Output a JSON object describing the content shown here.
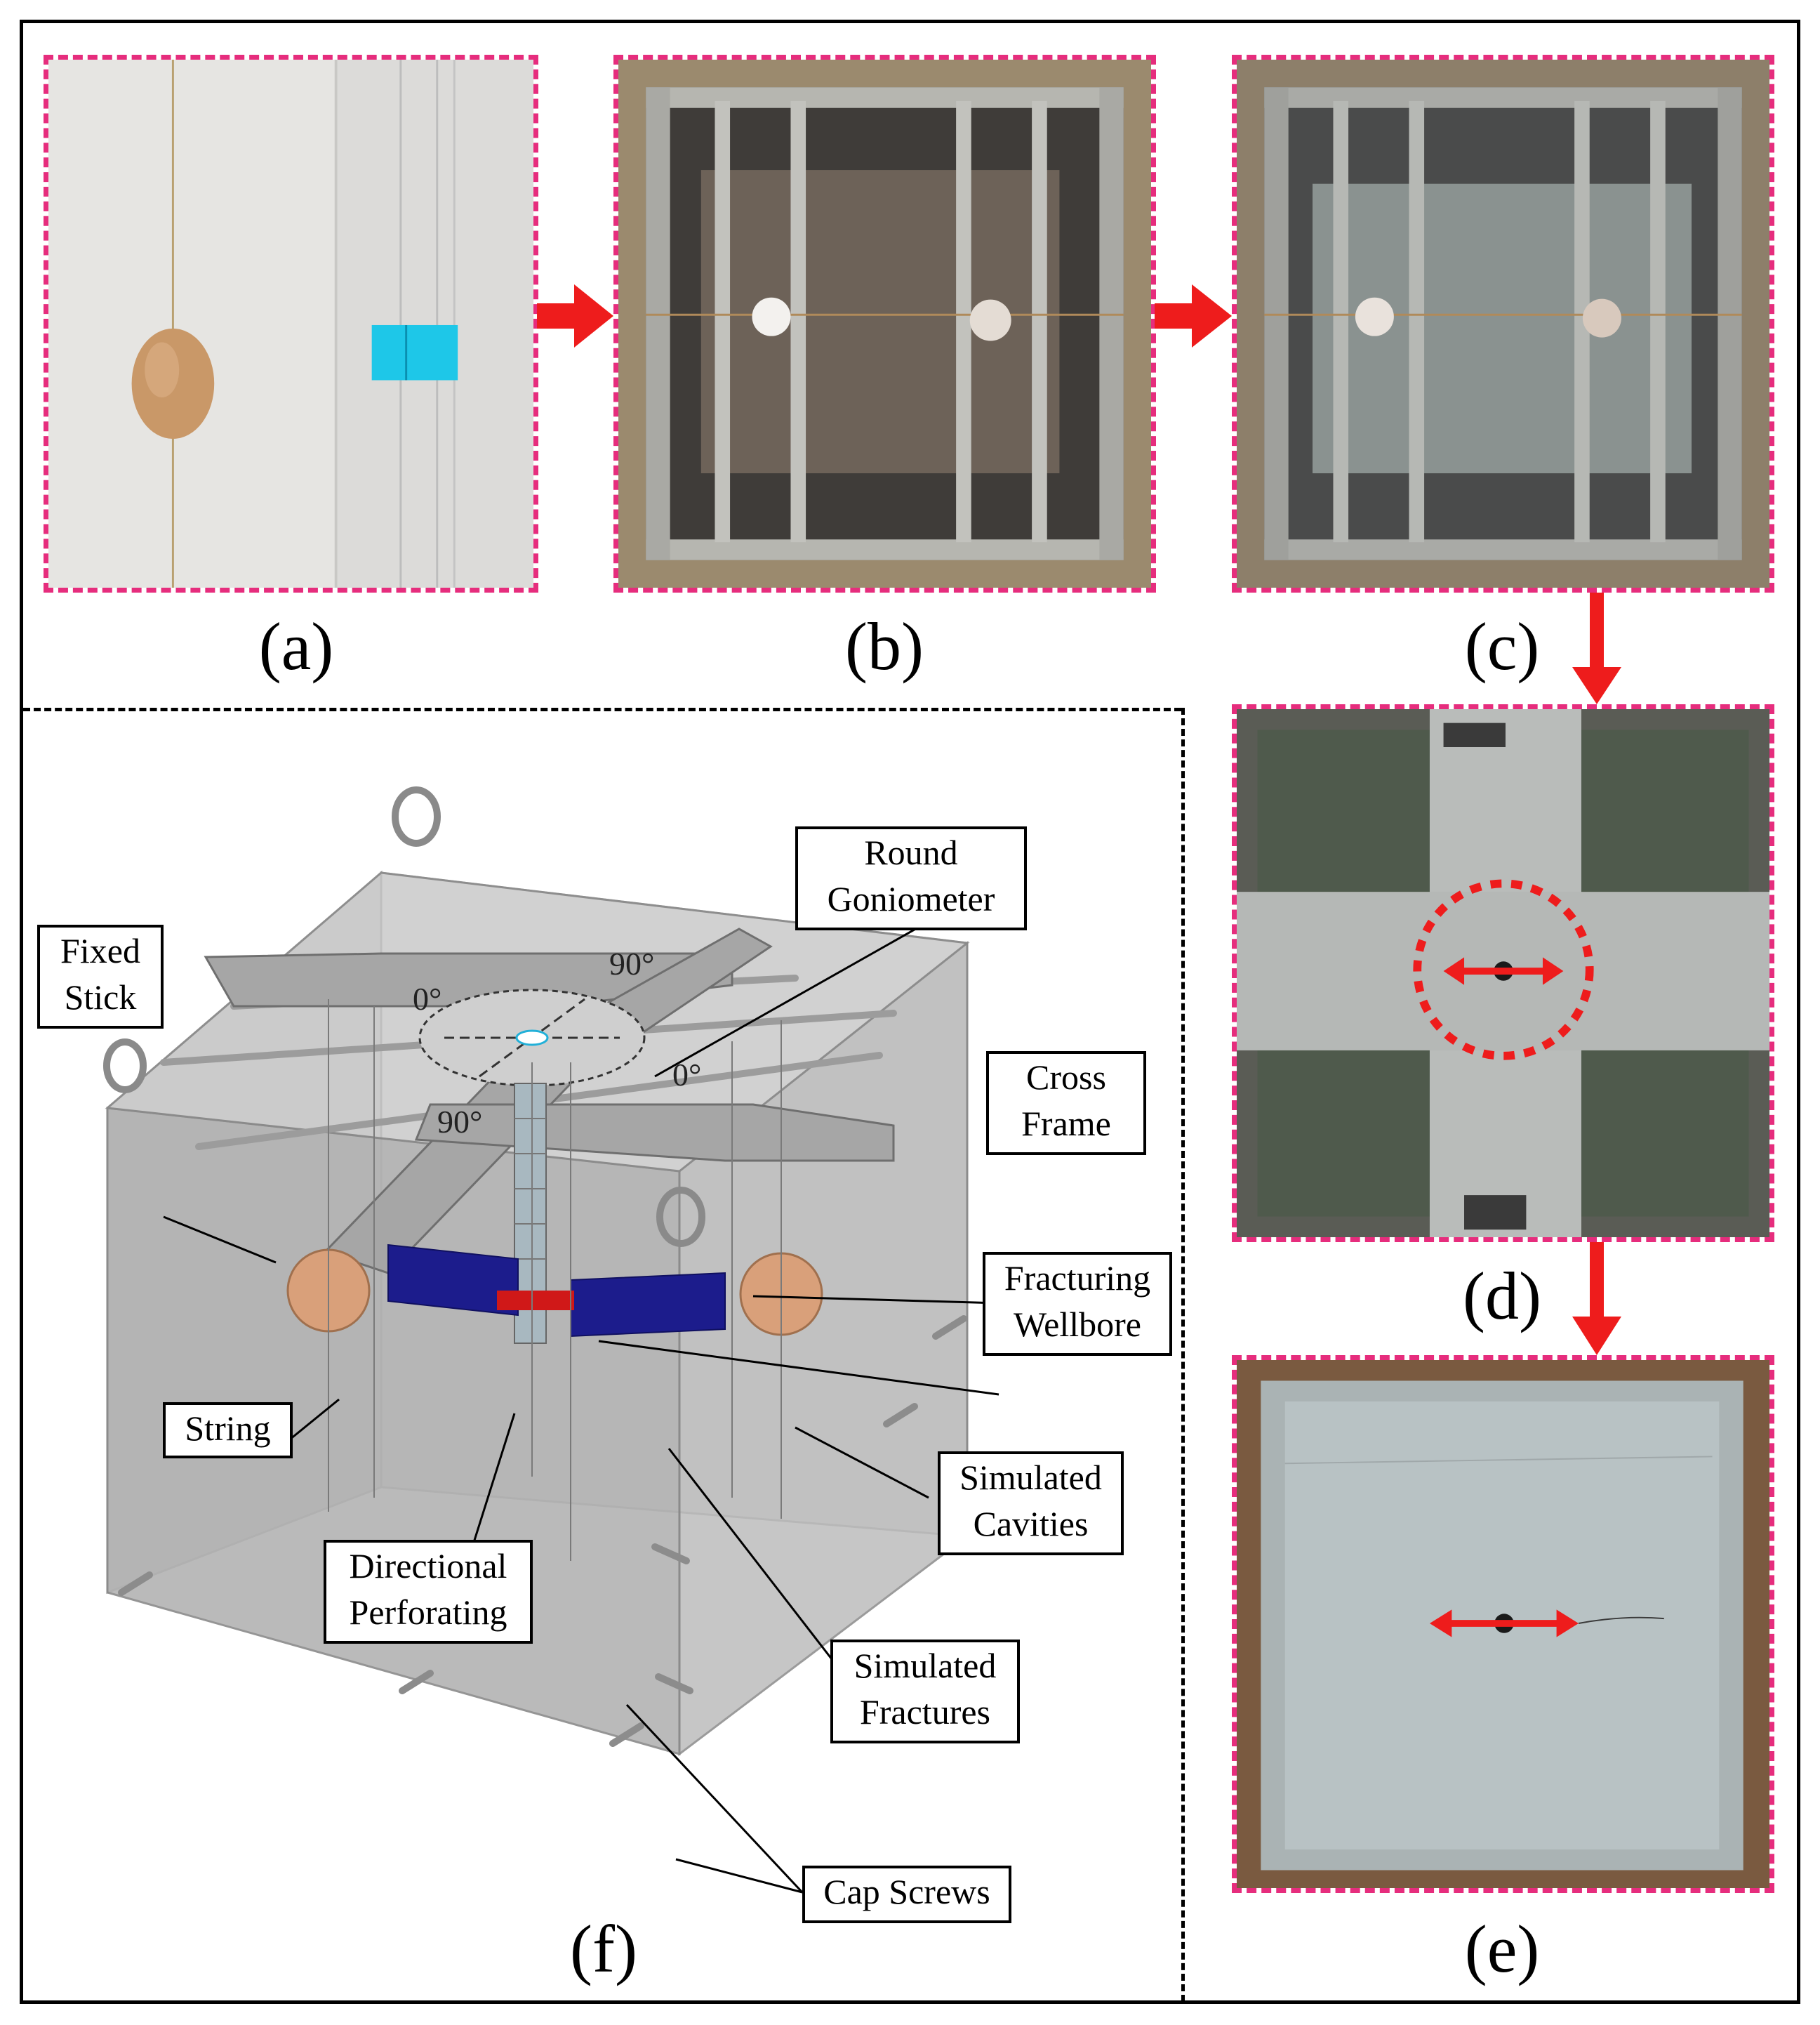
{
  "panels": {
    "a": {
      "label": "(a)"
    },
    "b": {
      "label": "(b)"
    },
    "c": {
      "label": "(c)"
    },
    "d": {
      "label": "(d)"
    },
    "e": {
      "label": "(e)"
    },
    "f": {
      "label": "(f)"
    }
  },
  "callouts": {
    "round_goniometer": [
      "Round",
      "Goniometer"
    ],
    "fixed_stick": [
      "Fixed",
      "Stick"
    ],
    "cross_frame": [
      "Cross",
      "Frame"
    ],
    "fracturing_wellbore": [
      "Fracturing",
      "Wellbore"
    ],
    "string": [
      "String"
    ],
    "simulated_cavities": [
      "Simulated",
      "Cavities"
    ],
    "directional_perforating": [
      "Directional",
      "Perforating"
    ],
    "simulated_fractures": [
      "Simulated",
      "Fractures"
    ],
    "cap_screws": [
      "Cap Screws"
    ]
  },
  "angles": {
    "top": "90°",
    "left": "0°",
    "right": "0°",
    "bottom": "90°"
  },
  "colors": {
    "panel_border": "#e62d7d",
    "flow_arrow": "#ee1c1c",
    "fracture_panel": "#1c1c8c",
    "perforation": "#d01818",
    "cavity_sphere": "#d9a07a"
  }
}
